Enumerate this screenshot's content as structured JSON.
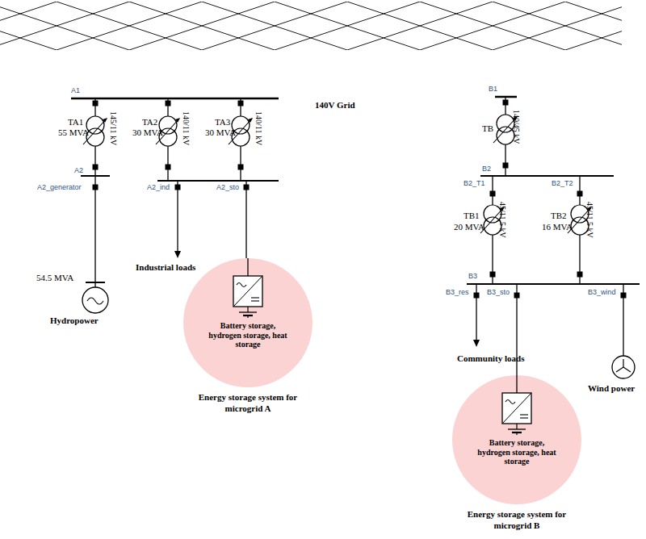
{
  "diagram": {
    "nodes": [
      {
        "text": [
          "Battery storage, hydrogen storage, heat storage",
          "Energy storage system for microgrid A"
        ]
      },
      {
        "text": [
          "Battery storage, hydrogen storage, heat storage",
          "Energy storage system for microgrid B"
        ]
      }
    ],
    "labels": [
      "140V Grid",
      "A1",
      "TA1",
      "55 MVA",
      "145/11 kV",
      "TA2",
      "30 MVA",
      "140/11 kV",
      "TA3",
      "30 MVA",
      "140/11 kV",
      "A2",
      "A2_generator",
      "A2_ind",
      "A2_sto",
      "54.5 MVA",
      "Hydropower",
      "Industrial loads",
      "B1",
      "TB",
      "140/45 kV",
      "B2",
      "B2_T1",
      "B2_T2",
      "TB1",
      "20 MVA",
      "45/11.5 kV",
      "TB2",
      "16 MVA",
      "45/11.5 kV",
      "B3",
      "B3_res",
      "B3_sto",
      "B3_wind",
      "Community loads",
      "Wind power"
    ]
  }
}
